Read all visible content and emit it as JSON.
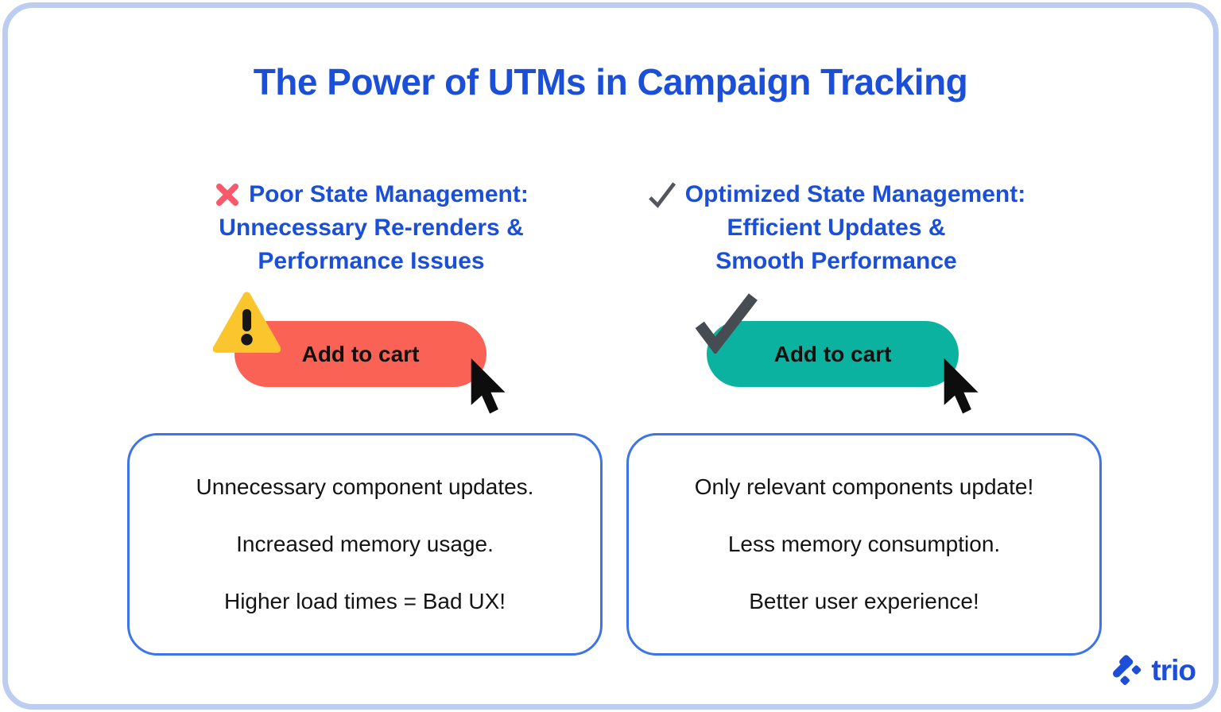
{
  "title": "The Power of UTMs in Campaign Tracking",
  "columns": [
    {
      "heading": {
        "icon": "cross-icon",
        "icon_color": "#f8596b",
        "line1": "Poor State Management:",
        "line2": "Unnecessary Re-renders &",
        "line3": "Performance Issues"
      },
      "button": {
        "label": "Add to cart",
        "color": "#fa6255",
        "badge_icon": "warning-triangle-icon"
      },
      "points": [
        "Unnecessary component updates.",
        "Increased memory usage.",
        "Higher load times = Bad UX!"
      ]
    },
    {
      "heading": {
        "icon": "check-icon",
        "icon_color": "#53575d",
        "line1": "Optimized State Management:",
        "line2": "Efficient Updates &",
        "line3": "Smooth Performance"
      },
      "button": {
        "label": "Add to cart",
        "color": "#0bb2a0",
        "badge_icon": "checkmark-icon"
      },
      "points": [
        "Only relevant components update!",
        "Less memory consumption.",
        "Better user experience!"
      ]
    }
  ],
  "logo": {
    "text": "trio",
    "color": "#1d4ed8"
  },
  "colors": {
    "title_blue": "#1b4fd8",
    "box_border_blue": "#3d74e8",
    "frame_border": "#bdccf1",
    "warning_yellow": "#fbc52d",
    "big_check_gray": "#474b52",
    "cursor_black": "#0d0d0d",
    "body_text": "#141414"
  }
}
